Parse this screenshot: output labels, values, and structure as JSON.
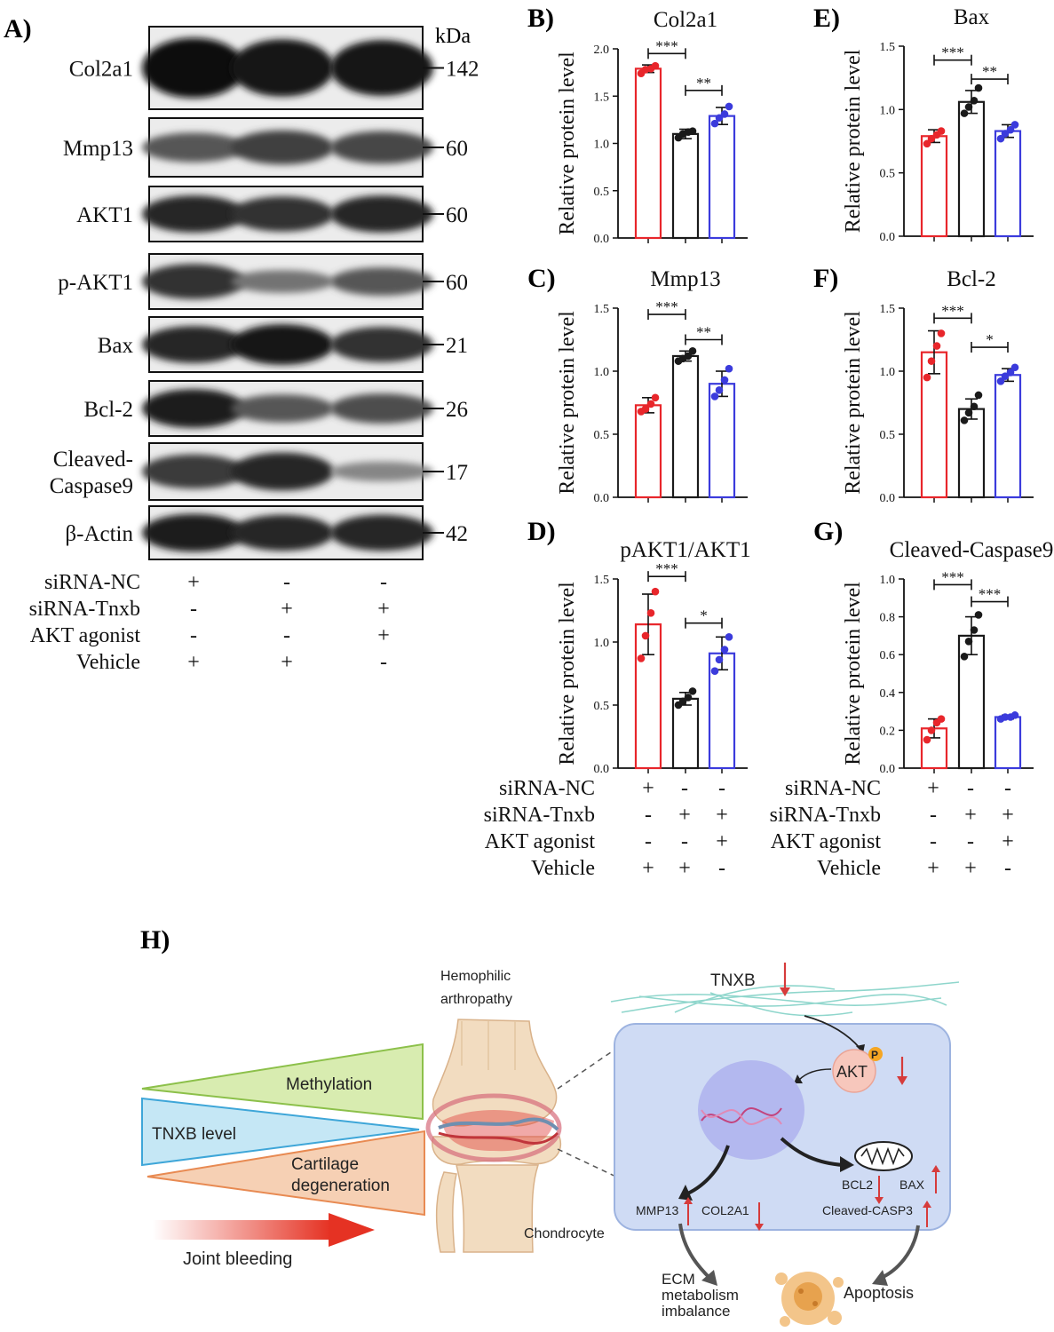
{
  "panel_letters": {
    "A": "A)",
    "B": "B)",
    "C": "C)",
    "D": "D)",
    "E": "E)",
    "F": "F)",
    "G": "G)",
    "H": "H)"
  },
  "blot": {
    "kda_label": "kDa",
    "rows": [
      {
        "label_lines": [
          "Col2a1"
        ],
        "kda": "142",
        "intensity": [
          1.0,
          0.95,
          0.92
        ]
      },
      {
        "label_lines": [
          "Mmp13"
        ],
        "kda": "60",
        "intensity": [
          0.6,
          0.72,
          0.68
        ]
      },
      {
        "label_lines": [
          "AKT1"
        ],
        "kda": "60",
        "intensity": [
          0.85,
          0.8,
          0.85
        ]
      },
      {
        "label_lines": [
          "p-AKT1"
        ],
        "kda": "60",
        "intensity": [
          0.8,
          0.45,
          0.6
        ]
      },
      {
        "label_lines": [
          "Bax"
        ],
        "kda": "21",
        "intensity": [
          0.85,
          0.95,
          0.8
        ]
      },
      {
        "label_lines": [
          "Bcl-2"
        ],
        "kda": "26",
        "intensity": [
          0.9,
          0.6,
          0.65
        ]
      },
      {
        "label_lines": [
          "Cleaved-",
          "Caspase9"
        ],
        "kda": "17",
        "intensity": [
          0.75,
          0.85,
          0.35
        ]
      },
      {
        "label_lines": [
          "β-Actin"
        ],
        "kda": "42",
        "intensity": [
          0.9,
          0.85,
          0.85
        ]
      }
    ]
  },
  "treatment_table": {
    "rows": [
      {
        "label": "siRNA-NC",
        "marks": [
          "+",
          "-",
          "-"
        ]
      },
      {
        "label": "siRNA-Tnxb",
        "marks": [
          "-",
          "+",
          "+"
        ]
      },
      {
        "label": "AKT agonist",
        "marks": [
          "-",
          "-",
          "+"
        ]
      },
      {
        "label": "Vehicle",
        "marks": [
          "+",
          "+",
          "-"
        ]
      }
    ]
  },
  "colors": {
    "group1": "#e8262b",
    "group2": "#1a1a1a",
    "group3": "#3b3bdc"
  },
  "chart_data": [
    {
      "id": "B",
      "type": "bar",
      "title": "Col2a1",
      "ylabel": "Relative protein level",
      "ylim": [
        0,
        2.0
      ],
      "yticks": [
        "0.0",
        "0.5",
        "1.0",
        "1.5",
        "2.0"
      ],
      "values": [
        1.79,
        1.1,
        1.29
      ],
      "errors": [
        0.04,
        0.05,
        0.09
      ],
      "points": [
        [
          1.74,
          1.78,
          1.79,
          1.82
        ],
        [
          1.06,
          1.1,
          1.12,
          1.13
        ],
        [
          1.21,
          1.27,
          1.31,
          1.39
        ]
      ],
      "significance": [
        {
          "label": "***",
          "from": 0,
          "to": 1,
          "y": 1.95
        },
        {
          "label": "**",
          "from": 1,
          "to": 2,
          "y": 1.56
        }
      ]
    },
    {
      "id": "C",
      "type": "bar",
      "title": "Mmp13",
      "ylabel": "Relative protein level",
      "ylim": [
        0,
        1.5
      ],
      "yticks": [
        "0.0",
        "0.5",
        "1.0",
        "1.5"
      ],
      "values": [
        0.73,
        1.12,
        0.9
      ],
      "errors": [
        0.06,
        0.04,
        0.1
      ],
      "points": [
        [
          0.68,
          0.7,
          0.74,
          0.79
        ],
        [
          1.08,
          1.1,
          1.12,
          1.16
        ],
        [
          0.8,
          0.85,
          0.93,
          1.02
        ]
      ],
      "significance": [
        {
          "label": "***",
          "from": 0,
          "to": 1,
          "y": 1.45
        },
        {
          "label": "**",
          "from": 1,
          "to": 2,
          "y": 1.25
        }
      ]
    },
    {
      "id": "D",
      "type": "bar",
      "title": "pAKT1/AKT1",
      "ylabel": "Relative protein level",
      "ylim": [
        0,
        1.5
      ],
      "yticks": [
        "0.0",
        "0.5",
        "1.0",
        "1.5"
      ],
      "values": [
        1.14,
        0.55,
        0.91
      ],
      "errors": [
        0.24,
        0.05,
        0.13
      ],
      "points": [
        [
          0.87,
          1.05,
          1.23,
          1.4
        ],
        [
          0.5,
          0.53,
          0.56,
          0.61
        ],
        [
          0.77,
          0.86,
          0.94,
          1.04
        ]
      ],
      "significance": [
        {
          "label": "***",
          "from": 0,
          "to": 1,
          "y": 1.52
        },
        {
          "label": "*",
          "from": 1,
          "to": 2,
          "y": 1.15
        }
      ]
    },
    {
      "id": "E",
      "type": "bar",
      "title": "Bax",
      "ylabel": "Relative protein level",
      "ylim": [
        0,
        1.5
      ],
      "yticks": [
        "0.0",
        "0.5",
        "1.0",
        "1.5"
      ],
      "values": [
        0.79,
        1.06,
        0.83
      ],
      "errors": [
        0.05,
        0.09,
        0.05
      ],
      "points": [
        [
          0.73,
          0.77,
          0.8,
          0.83
        ],
        [
          0.97,
          1.02,
          1.07,
          1.17
        ],
        [
          0.77,
          0.81,
          0.84,
          0.88
        ]
      ],
      "significance": [
        {
          "label": "***",
          "from": 0,
          "to": 1,
          "y": 1.39
        },
        {
          "label": "**",
          "from": 1,
          "to": 2,
          "y": 1.24
        }
      ]
    },
    {
      "id": "F",
      "type": "bar",
      "title": "Bcl-2",
      "ylabel": "Relative protein level",
      "ylim": [
        0,
        1.5
      ],
      "yticks": [
        "0.0",
        "0.5",
        "1.0",
        "1.5"
      ],
      "values": [
        1.15,
        0.7,
        0.97
      ],
      "errors": [
        0.17,
        0.08,
        0.05
      ],
      "points": [
        [
          0.95,
          1.08,
          1.2,
          1.3
        ],
        [
          0.61,
          0.67,
          0.72,
          0.81
        ],
        [
          0.92,
          0.96,
          0.99,
          1.03
        ]
      ],
      "significance": [
        {
          "label": "***",
          "from": 0,
          "to": 1,
          "y": 1.42
        },
        {
          "label": "*",
          "from": 1,
          "to": 2,
          "y": 1.19
        }
      ]
    },
    {
      "id": "G",
      "type": "bar",
      "title": "Cleaved-Caspase9",
      "ylabel": "Relative protein level",
      "ylim": [
        0,
        1.0
      ],
      "yticks": [
        "0.0",
        "0.2",
        "0.4",
        "0.6",
        "0.8",
        "1.0"
      ],
      "values": [
        0.21,
        0.7,
        0.27
      ],
      "errors": [
        0.05,
        0.1,
        0.01
      ],
      "points": [
        [
          0.15,
          0.2,
          0.24,
          0.26
        ],
        [
          0.59,
          0.67,
          0.73,
          0.81
        ],
        [
          0.26,
          0.27,
          0.27,
          0.28
        ]
      ],
      "significance": [
        {
          "label": "***",
          "from": 0,
          "to": 1,
          "y": 0.97
        },
        {
          "label": "***",
          "from": 1,
          "to": 2,
          "y": 0.88
        }
      ]
    }
  ],
  "schematic": {
    "methylation": "Methylation",
    "tnxb_level": "TNXB level",
    "cartilage_line1": "Cartilage",
    "cartilage_line2": "degeneration",
    "joint_bleeding": "Joint bleeding",
    "hemophilic_line1": "Hemophilic",
    "hemophilic_line2": "arthropathy",
    "chondrocyte": "Chondrocyte",
    "tnxb": "TNXB",
    "p_label": "P",
    "akt": "AKT",
    "mmp13": "MMP13",
    "col2a1": "COL2A1",
    "bcl2": "BCL2",
    "bax": "BAX",
    "cleaved_casp3": "Cleaved-CASP3",
    "ecm_line1": "ECM",
    "ecm_line2": "metabolism",
    "ecm_line3": "imbalance",
    "apoptosis": "Apoptosis"
  }
}
